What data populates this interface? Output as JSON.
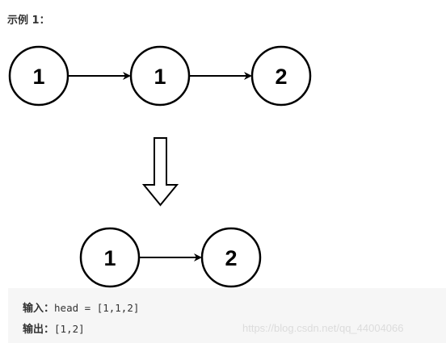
{
  "title": "示例 1：",
  "diagram": {
    "input_nodes": [
      "1",
      "1",
      "2"
    ],
    "output_nodes": [
      "1",
      "2"
    ]
  },
  "example": {
    "input_label": "输入：",
    "input_value": "head = [1,1,2]",
    "output_label": "输出：",
    "output_value": "[1,2]"
  },
  "watermark": "https://blog.csdn.net/qq_44004066"
}
